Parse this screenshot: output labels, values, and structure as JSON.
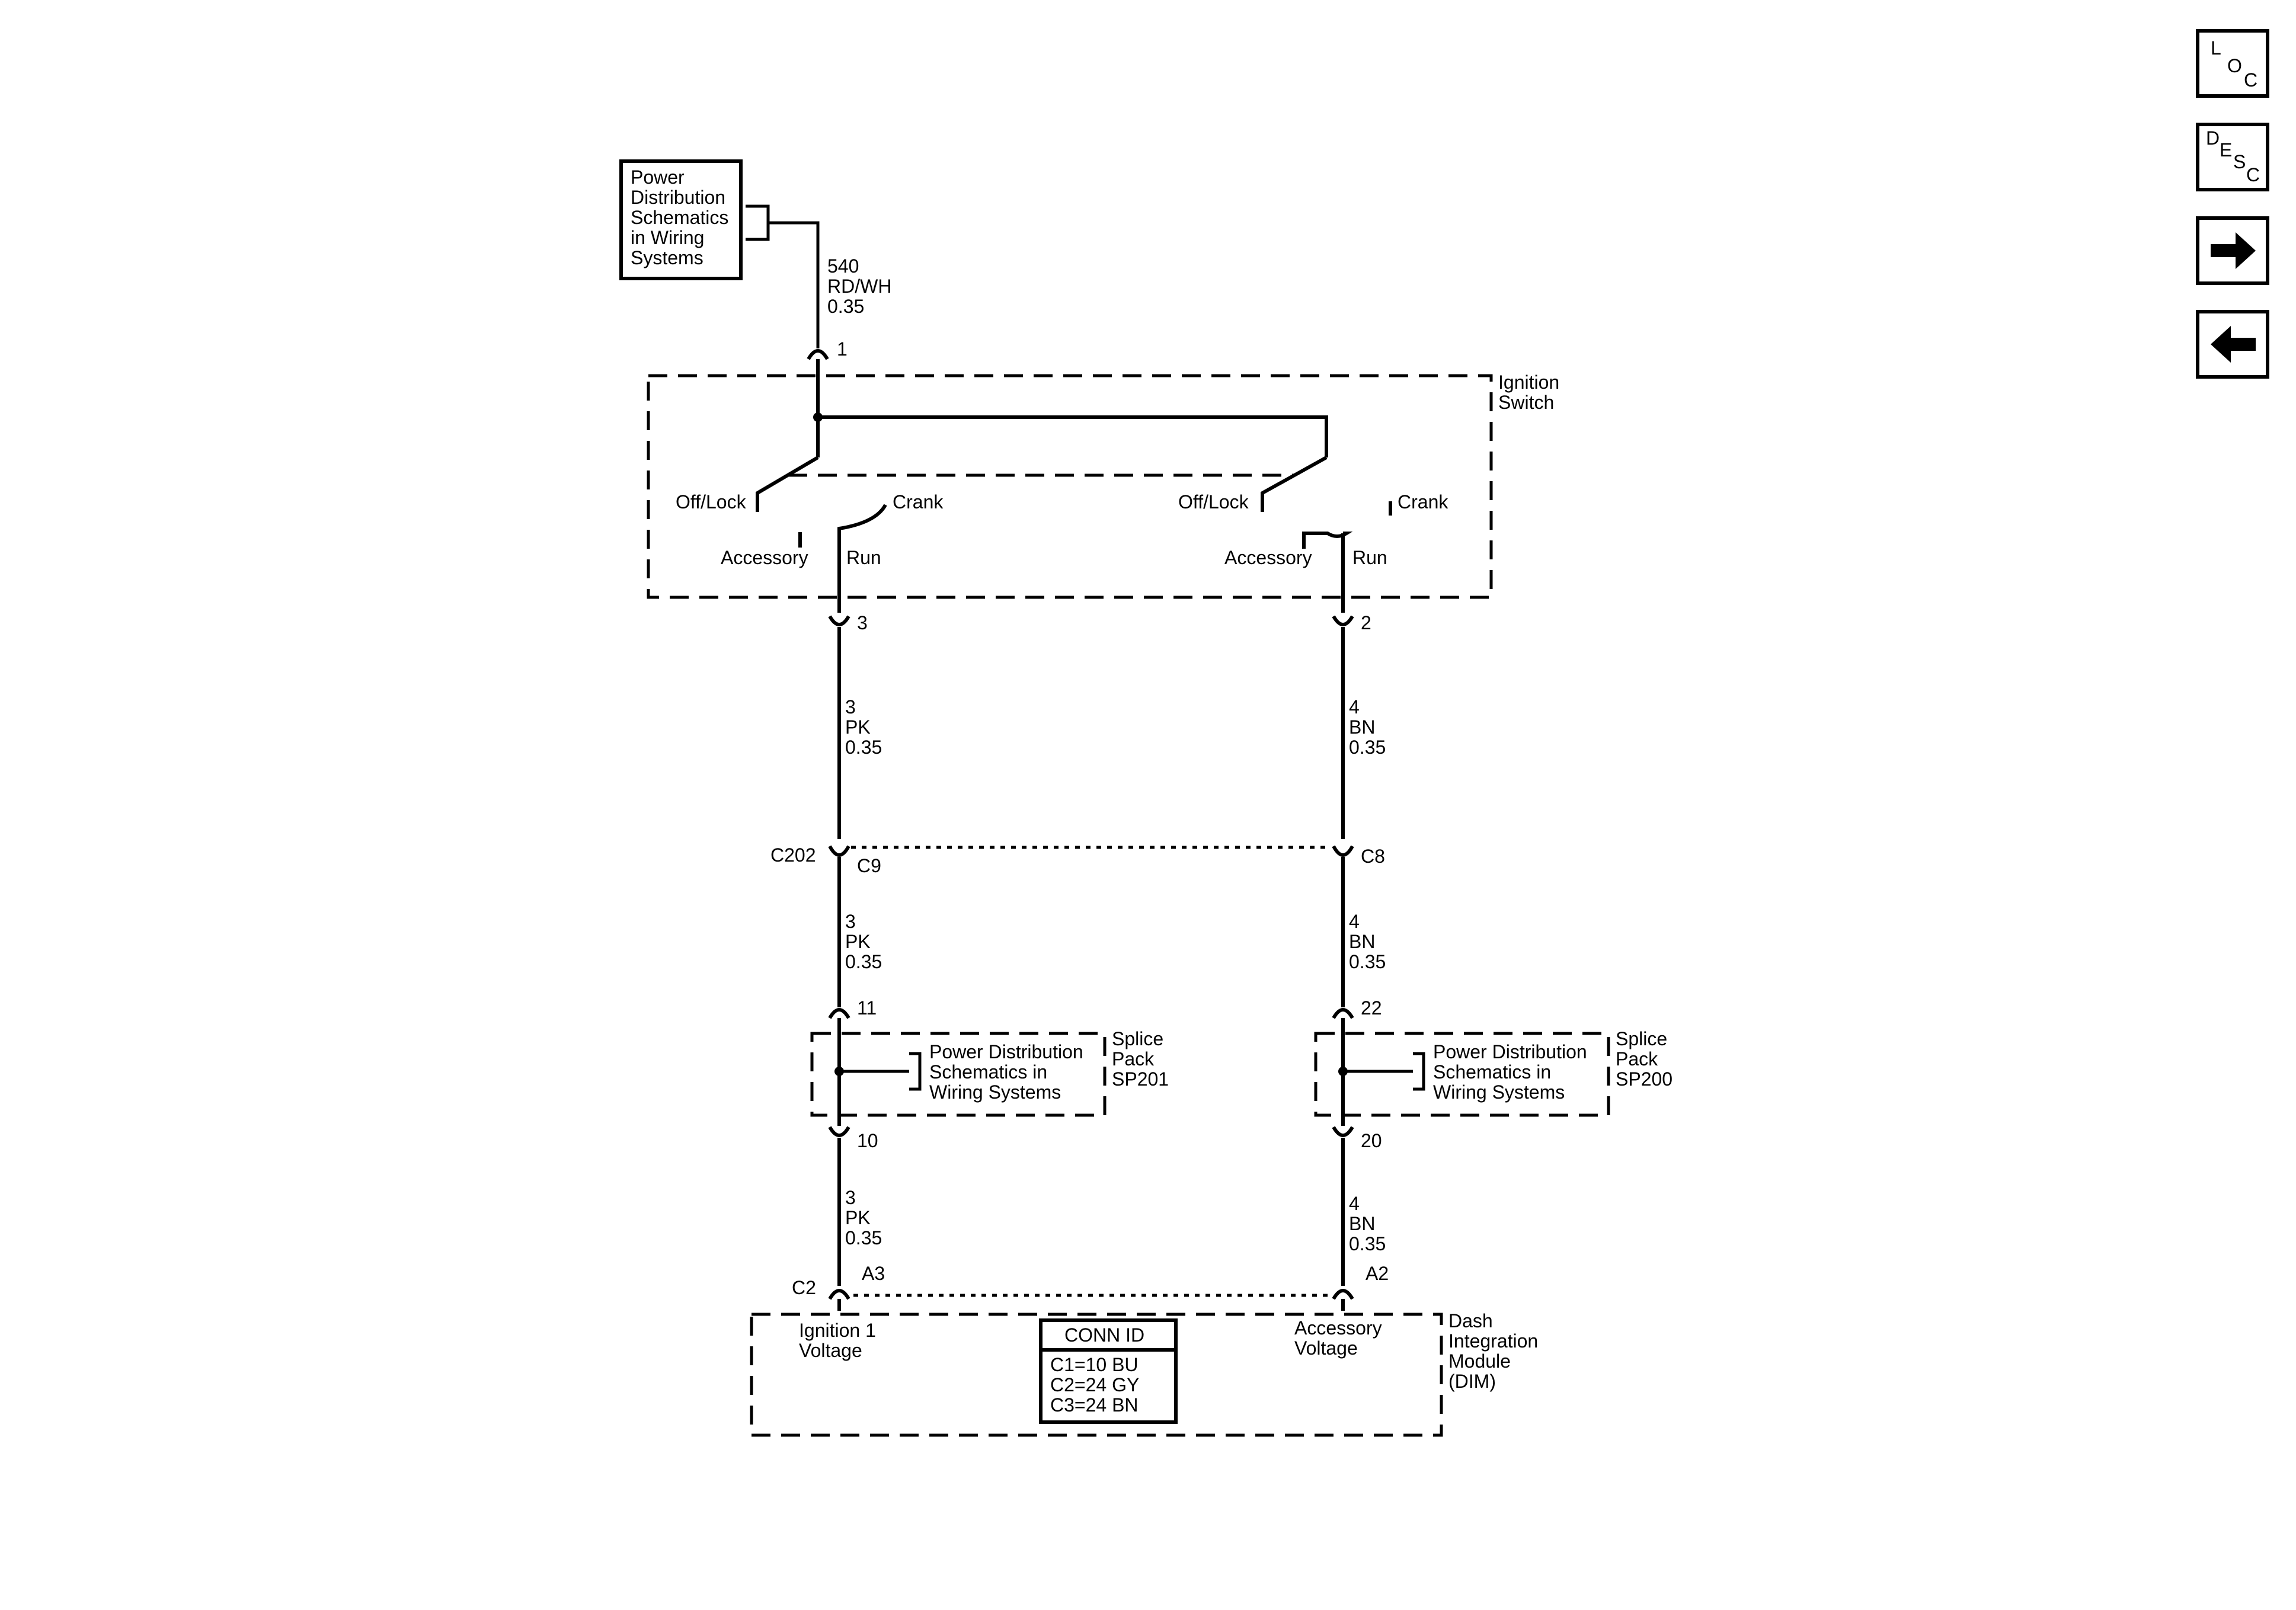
{
  "nav": {
    "loc": {
      "l1": "L",
      "l2": "O",
      "l3": "C"
    },
    "desc": {
      "l1": "D",
      "l2": "E",
      "l3": "S",
      "l4": "C"
    },
    "icons": {
      "next": "arrow-right-icon",
      "prev": "arrow-left-icon"
    }
  },
  "power_ref_top": {
    "lines": [
      "Power",
      "Distribution",
      "Schematics",
      "in Wiring",
      "Systems"
    ]
  },
  "wire_540": {
    "circuit": "540",
    "color": "RD/WH",
    "gauge": "0.35"
  },
  "ignition_switch": {
    "pin_in": "1",
    "label_lines": [
      "Ignition",
      "Switch"
    ],
    "left": {
      "off_lock": "Off/Lock",
      "crank": "Crank",
      "accessory": "Accessory",
      "run": "Run",
      "pin": "3"
    },
    "right": {
      "off_lock": "Off/Lock",
      "crank": "Crank",
      "accessory": "Accessory",
      "run": "Run",
      "pin": "2"
    }
  },
  "wire_left_a": {
    "circuit": "3",
    "color": "PK",
    "gauge": "0.35"
  },
  "wire_right_a": {
    "circuit": "4",
    "color": "BN",
    "gauge": "0.35"
  },
  "c202": {
    "name": "C202",
    "left_pin": "C9",
    "right_pin": "C8"
  },
  "wire_left_b": {
    "circuit": "3",
    "color": "PK",
    "gauge": "0.35"
  },
  "wire_right_b": {
    "circuit": "4",
    "color": "BN",
    "gauge": "0.35"
  },
  "sp201": {
    "pin_in": "11",
    "pin_out": "10",
    "label_lines": [
      "Splice",
      "Pack",
      "SP201"
    ],
    "ref_lines": [
      "Power Distribution",
      "Schematics in",
      "Wiring Systems"
    ]
  },
  "sp200": {
    "pin_in": "22",
    "pin_out": "20",
    "label_lines": [
      "Splice",
      "Pack",
      "SP200"
    ],
    "ref_lines": [
      "Power Distribution",
      "Schematics in",
      "Wiring Systems"
    ]
  },
  "wire_left_c": {
    "circuit": "3",
    "color": "PK",
    "gauge": "0.35"
  },
  "wire_right_c": {
    "circuit": "4",
    "color": "BN",
    "gauge": "0.35"
  },
  "dim": {
    "connector": "C2",
    "left_pin": "A3",
    "right_pin": "A2",
    "left_func": [
      "Ignition 1",
      "Voltage"
    ],
    "right_func": [
      "Accessory",
      "Voltage"
    ],
    "label_lines": [
      "Dash",
      "Integration",
      "Module",
      "(DIM)"
    ],
    "conn_id": {
      "title": "CONN ID",
      "rows": [
        "C1=10 BU",
        "C2=24 GY",
        "C3=24 BN"
      ]
    }
  }
}
